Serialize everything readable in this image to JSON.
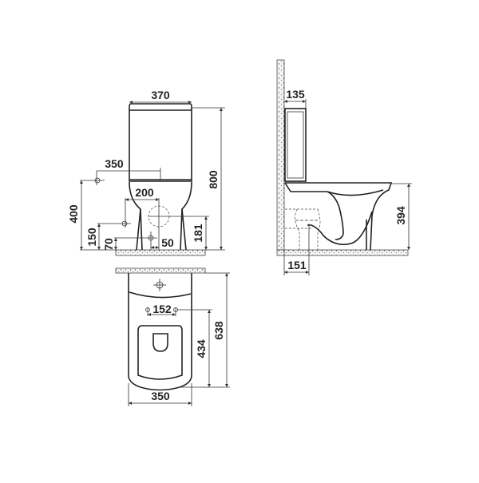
{
  "title": "Close-coupled toilet technical drawing",
  "front_view": {
    "width_tank": "370",
    "total_height": "800",
    "water_inlet_offset": "350",
    "water_inlet_height": "400",
    "outlet_offset": "200",
    "outlet_height": "181",
    "fixing_height_1": "150",
    "fixing_height_2": "70",
    "fixing_offset": "50"
  },
  "side_view": {
    "tank_depth": "135",
    "rim_height": "394",
    "outlet_wall_distance": "151"
  },
  "top_view": {
    "fixing_spacing": "152",
    "depth_to_fixings": "434",
    "total_depth": "638",
    "width": "350"
  }
}
